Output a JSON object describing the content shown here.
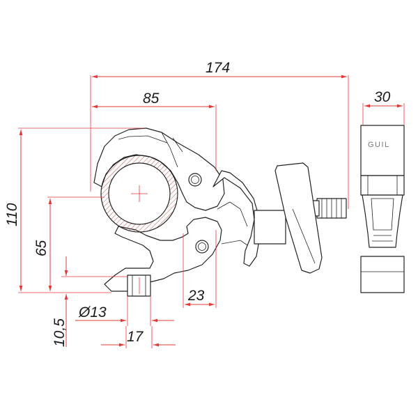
{
  "dimensions": {
    "overall_length": "174",
    "jaw_length": "85",
    "width": "30",
    "height": "110",
    "tube_center_height": "65",
    "bolt_diameter": "Ø13",
    "bolt_height": "10,5",
    "bolt_spacing": "17",
    "body_offset": "23"
  },
  "brand": "GUIL",
  "colors": {
    "dimension_line": "#e53935",
    "outline": "#222222",
    "hatch": "#c0504d"
  }
}
